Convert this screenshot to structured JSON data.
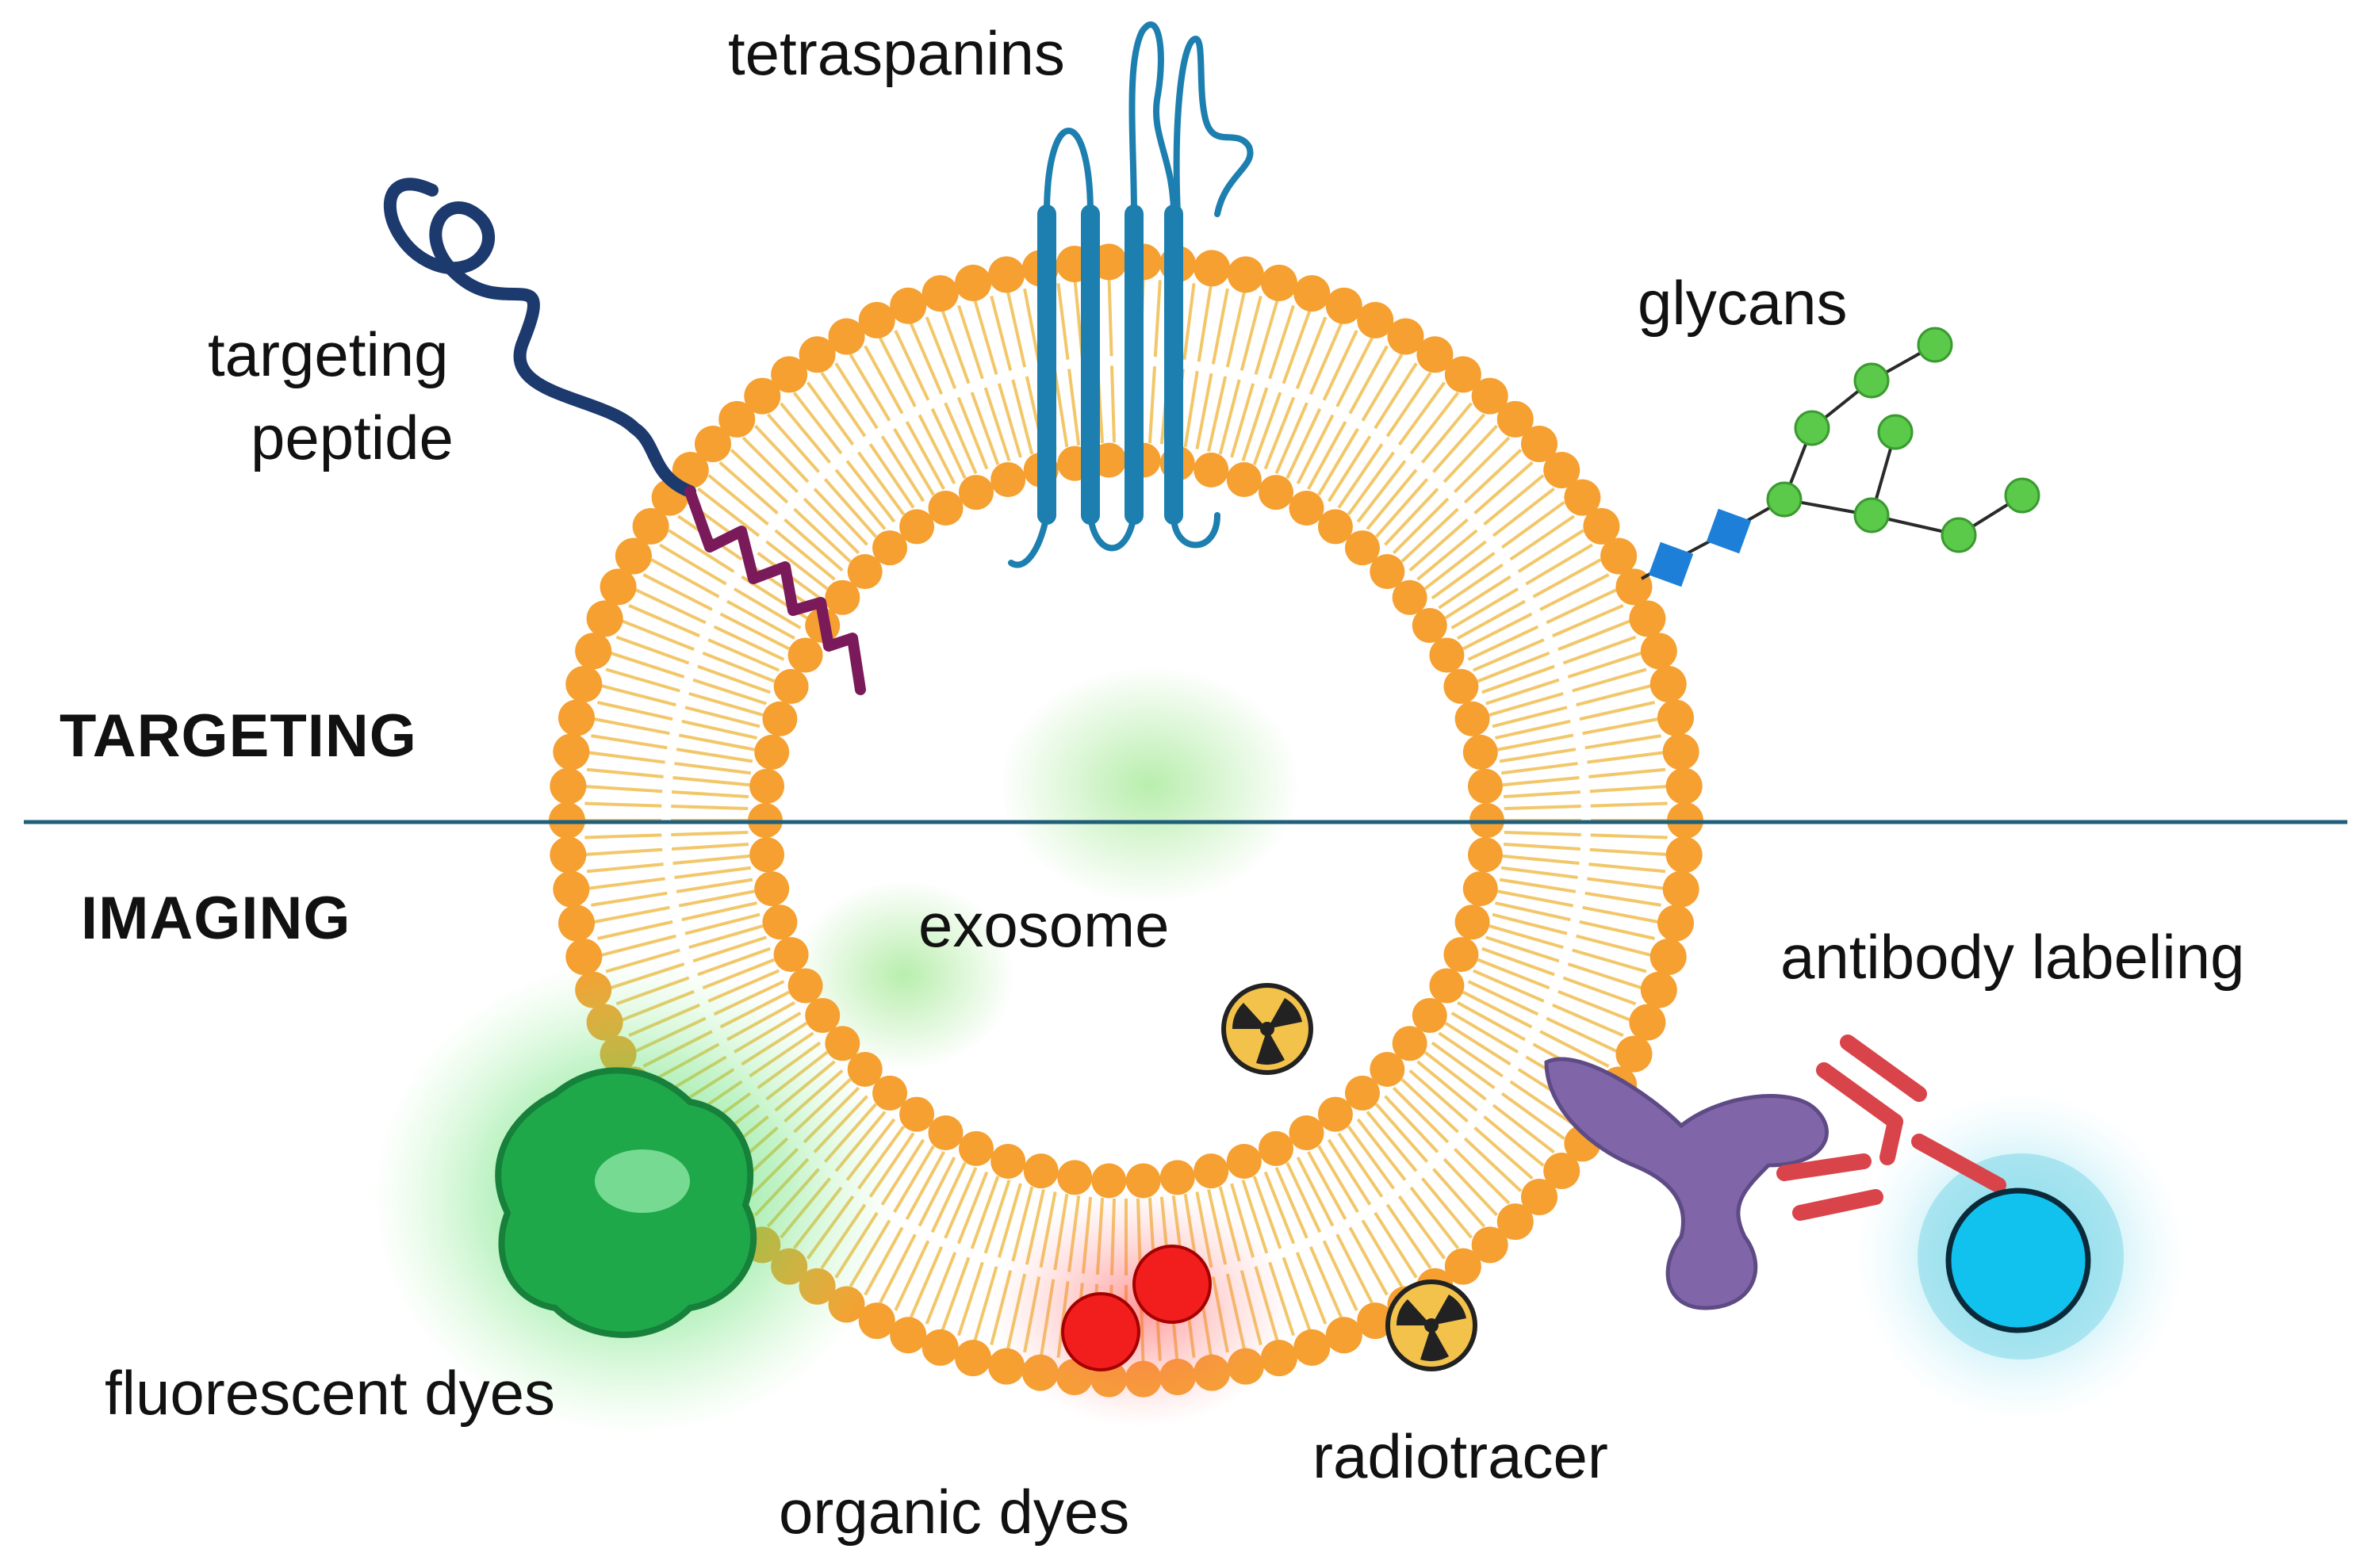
{
  "sections": {
    "targeting": "TARGETING",
    "imaging": "IMAGING"
  },
  "labels": {
    "tetraspanins": "tetraspanins",
    "targeting_peptide_line1": "targeting",
    "targeting_peptide_line2": "peptide",
    "glycans": "glycans",
    "exosome": "exosome",
    "antibody_labeling": "antibody labeling",
    "fluorescent_dyes": "fluorescent dyes",
    "organic_dyes": "organic dyes",
    "radiotracer": "radiotracer"
  },
  "colors": {
    "lipid_head": "#F5A030",
    "lipid_tail": "#F2C76A",
    "divider": "#1F5F7A",
    "tetraspanin": "#1C7FAF",
    "peptide_outer": "#1C3A6E",
    "peptide_inner": "#7A1A5A",
    "glycan_node": "#5BC94A",
    "glycan_core": "#1E7FD8",
    "fluorescent_protein": "#1FA84A",
    "organic_dye": "#F21E1E",
    "antibody_purple": "#8066A8",
    "antibody_red": "#D9444A",
    "bead": "#12C2EE",
    "radiation_fill": "#F2C24A"
  },
  "icons": [
    "radiation-icon",
    "antibody-icon",
    "glycan-icon",
    "tetraspanin-icon",
    "peptide-icon"
  ]
}
